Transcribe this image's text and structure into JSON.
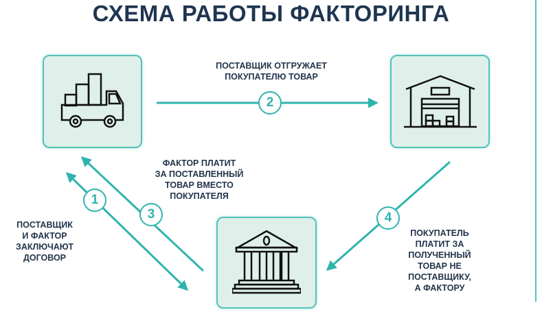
{
  "title": "СХЕМА РАБОТЫ ФАКТОРИНГА",
  "nodes": {
    "supplier": {
      "icon": "truck-icon"
    },
    "buyer": {
      "icon": "warehouse-icon"
    },
    "factor": {
      "icon": "bank-icon"
    }
  },
  "steps": [
    {
      "number": "1",
      "lines": [
        "ПОСТАВЩИК",
        "И ФАКТОР",
        "ЗАКЛЮЧАЮТ",
        "ДОГОВОР"
      ]
    },
    {
      "number": "2",
      "lines": [
        "ПОСТАВЩИК ОТГРУЖАЕТ",
        "ПОКУПАТЕЛЮ ТОВАР"
      ]
    },
    {
      "number": "3",
      "lines": [
        "ФАКТОР ПЛАТИТ",
        "ЗА ПОСТАВЛЕННЫЙ",
        "ТОВАР ВМЕСТО",
        "ПОКУПАТЕЛЯ"
      ]
    },
    {
      "number": "4",
      "lines": [
        "ПОКУПАТЕЛЬ",
        "ПЛАТИТ ЗА",
        "ПОЛУЧЕННЫЙ",
        "ТОВАР НЕ",
        "ПОСТАВЩИКУ,",
        "А ФАКТОРУ"
      ]
    }
  ],
  "colors": {
    "accent": "#2fb3ad",
    "box_fill": "#dff0ea",
    "text": "#1f3550"
  }
}
